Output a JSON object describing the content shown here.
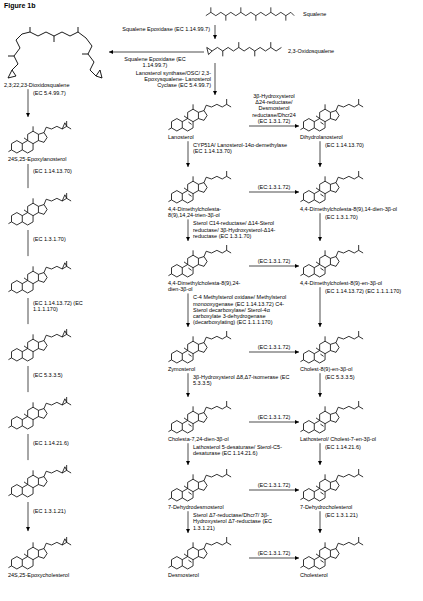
{
  "diagram": {
    "title": "Figure 1b",
    "nodes": [
      {
        "text": [
          "Squalene"
        ]
      },
      {
        "text": [
          "2,3-Oxidosqualene"
        ]
      },
      {
        "text": [
          "2,3;22,23-Dioxidosqualene"
        ]
      },
      {
        "text": [
          "Lanosterol"
        ]
      },
      {
        "text": [
          "Dihydrolanosterol"
        ]
      },
      {
        "text": [
          "24S,25-Epoxylanosterol"
        ]
      },
      {
        "text": [
          "4,4-Dimethylcholesta-8(9),14,24-trien-3β-ol"
        ]
      },
      {
        "text": [
          "4,4-Dimethylcholesta-8(9),14-dien-3β-ol"
        ]
      },
      {
        "text": [
          "4,4-Dimethylcholesta-8(9),24-dien-3β-ol"
        ]
      },
      {
        "text": [
          "4,4-Dimethylcholest-8(9)-en-3β-ol"
        ]
      },
      {
        "text": [
          "Zymosterol"
        ]
      },
      {
        "text": [
          "Cholest-8(9)-en-3β-ol"
        ]
      },
      {
        "text": [
          "Cholesta-7,24-dien-3β-ol"
        ]
      },
      {
        "text": [
          "Lathosterol/ Cholest-7-en-3β-ol"
        ]
      },
      {
        "text": [
          "7-Dehydrodesmosterol"
        ]
      },
      {
        "text": [
          "7-Dehydrocholesterol"
        ]
      },
      {
        "text": [
          "24S,25-Epoxycholesterol"
        ]
      },
      {
        "text": [
          "Desmosterol"
        ]
      },
      {
        "text": [
          "Cholesterol"
        ]
      }
    ],
    "edges": [
      {
        "from": 0,
        "to": 1,
        "arrow": "to",
        "label": "Squalene Epoxidase (EC 1.14.99.7)"
      },
      {
        "from": 1,
        "to": 2,
        "arrow": "to",
        "label": "Squalene Epoxidase (EC 1.14.99.7)"
      },
      {
        "from": 1,
        "to": 3,
        "arrow": "to",
        "label": "Lanosterol synthase/OSC/ 2,3-Epoxysqualene- Lanosterol Cyclase (EC 5.4.99.7)"
      },
      {
        "from": 2,
        "to": 5,
        "arrow": "to",
        "label": "(EC 5.4.99.7)"
      },
      {
        "from": 3,
        "to": 4,
        "arrow": "to",
        "label": "3β-Hydroxysterol Δ24-reductase/ Desmosterol reductase/Dhcr24 (EC 1.3.1.72)"
      },
      {
        "from": 3,
        "to": 6,
        "arrow": "to",
        "label": "CYP51A/ Lanosterol-14α-demethylase (EC 1.14.13.70)"
      },
      {
        "from": 4,
        "to": 7,
        "arrow": "to",
        "label": "(EC 1.14.13.70)"
      },
      {
        "from": 6,
        "to": 7,
        "arrow": "to",
        "label": "(EC:1.3.1.72)"
      },
      {
        "from": 6,
        "to": 8,
        "arrow": "to",
        "label": "Sterol C14-reductase/ Δ14-Sterol reductase/ 3β-Hydroxysterol-Δ14-reductase (EC 1.3.1.70)"
      },
      {
        "from": 7,
        "to": 9,
        "arrow": "to",
        "label": "(EC 1.3.1.70)"
      },
      {
        "from": 8,
        "to": 9,
        "arrow": "to",
        "label": "(EC:1.3.1.72)"
      },
      {
        "from": 8,
        "to": 10,
        "arrow": "to",
        "label": "C-4 Methylsterol oxidase/ Methylsterol monooxygenase (EC 1.14.13.72) C4-Sterol decarboxylase/ Sterol-4α carboxylate 3-dehydrogenase (decarboxylating) (EC 1.1.1.170)"
      },
      {
        "from": 9,
        "to": 11,
        "arrow": "to",
        "label": "(EC 1.14.13.72) (EC 1.1.1.170)"
      },
      {
        "from": 10,
        "to": 11,
        "arrow": "to",
        "label": "(EC:1.3.1.72)"
      },
      {
        "from": 10,
        "to": 12,
        "arrow": "to",
        "label": "3β-Hydroxysterol Δ8,Δ7-isomerase (EC 5.3.3.5)"
      },
      {
        "from": 11,
        "to": 13,
        "arrow": "to",
        "label": "(EC 5.3.3.5)"
      },
      {
        "from": 12,
        "to": 13,
        "arrow": "to",
        "label": "(EC:1.3.1.72)"
      },
      {
        "from": 12,
        "to": 14,
        "arrow": "to",
        "label": "Lathosterol 5-desaturase/ Sterol-C5-desaturase (EC 1.14.21.6)"
      },
      {
        "from": 13,
        "to": 15,
        "arrow": "to",
        "label": "(EC 1.14.21.6)"
      },
      {
        "from": 14,
        "to": 15,
        "arrow": "to",
        "label": "(EC:1.3.1.72)"
      },
      {
        "from": 14,
        "to": 17,
        "arrow": "to",
        "label": "Sterol Δ7-reductase/Dhcr7/ 3β-Hydroxysterol Δ7-reductase (EC 1.3.1.21)"
      },
      {
        "from": 15,
        "to": 18,
        "arrow": "to",
        "label": "(EC 1.3.1.21)"
      },
      {
        "from": 17,
        "to": 18,
        "arrow": "to",
        "label": "(EC:1.3.1.72)"
      }
    ],
    "labels": [
      "(EC 1.14.13.70)",
      "(EC 1.3.1.70)",
      "(EC 1.14.13.72) (EC 1.1.1.170)",
      "(EC 5.3.3.5)",
      "(EC 1.14.21.6)",
      "(EC 1.3.1.21)"
    ]
  }
}
